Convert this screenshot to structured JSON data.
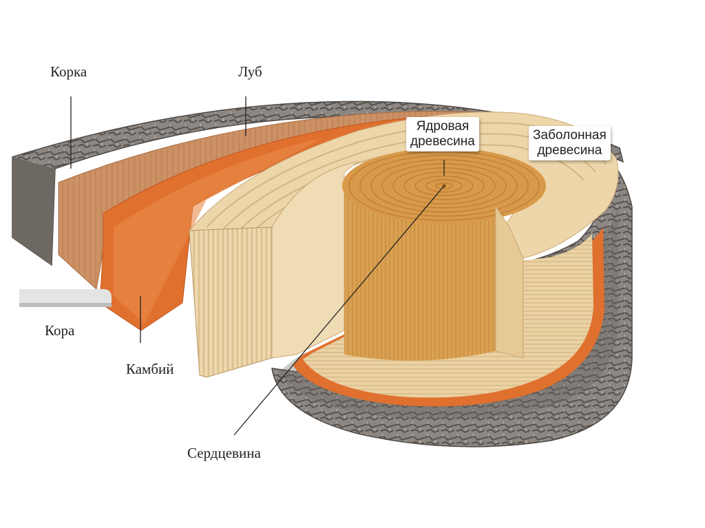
{
  "labels": {
    "korka": "Корка",
    "lub": "Луб",
    "kora": "Кора",
    "kambiy": "Камбий",
    "serdcevina": "Сердцевина",
    "yadrovaya_line1": "Ядровая",
    "yadrovaya_line2": "древесина",
    "zabolonnaya_line1": "Заболонная",
    "zabolonnaya_line2": "древесина"
  },
  "colors": {
    "bark": "#8c8782",
    "bark_dark": "#5e5955",
    "phloem": "#c98a5c",
    "cambium": "#e0702e",
    "sapwood": "#e8cfa0",
    "heartwood": "#d79a48",
    "heartwood_ring": "#c07e34"
  }
}
